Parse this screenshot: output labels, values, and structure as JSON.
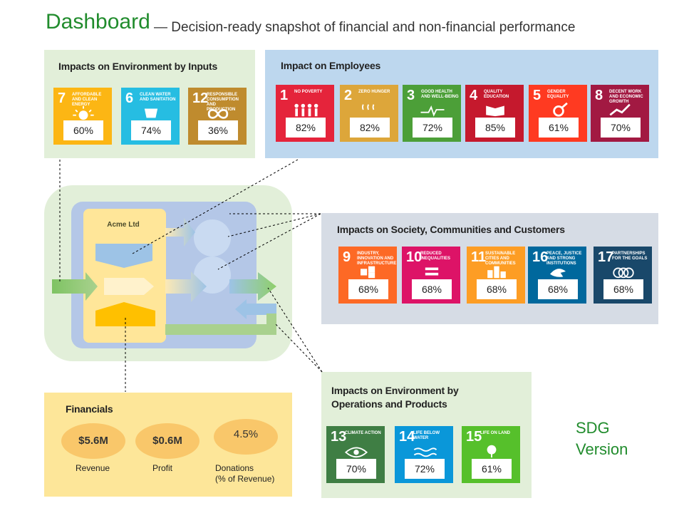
{
  "header": {
    "title": "Dashboard",
    "subtitle": "— Decision-ready snapshot of financial and non-financial performance"
  },
  "inputs_panel": {
    "title": "Impacts on Environment by Inputs",
    "tiles": [
      {
        "num": "7",
        "label": "Affordable and clean energy",
        "pct": "60%",
        "color": "#fcb614",
        "icon": "sun-icon"
      },
      {
        "num": "6",
        "label": "Clean water and sanitation",
        "pct": "74%",
        "color": "#26bde2",
        "icon": "water-icon"
      },
      {
        "num": "12",
        "label": "Responsible consumption and production",
        "pct": "36%",
        "color": "#bf8b2e",
        "icon": "infinity-icon"
      }
    ]
  },
  "employees_panel": {
    "title": "Impact on Employees",
    "tiles": [
      {
        "num": "1",
        "label": "No poverty",
        "pct": "82%",
        "color": "#e5243b",
        "icon": "people-icon"
      },
      {
        "num": "2",
        "label": "Zero hunger",
        "pct": "82%",
        "color": "#dda63a",
        "icon": "bowl-icon"
      },
      {
        "num": "3",
        "label": "Good health and well-being",
        "pct": "72%",
        "color": "#4c9f38",
        "icon": "heartbeat-icon"
      },
      {
        "num": "4",
        "label": "Quality education",
        "pct": "85%",
        "color": "#c5192d",
        "icon": "book-icon"
      },
      {
        "num": "5",
        "label": "Gender equality",
        "pct": "61%",
        "color": "#ff3a21",
        "icon": "gender-icon"
      },
      {
        "num": "8",
        "label": "Decent work and economic growth",
        "pct": "70%",
        "color": "#a21942",
        "icon": "growth-icon"
      }
    ]
  },
  "society_panel": {
    "title": "Impacts on Society, Communities and Customers",
    "tiles": [
      {
        "num": "9",
        "label": "Industry, innovation and infrastructure",
        "pct": "68%",
        "color": "#fd6925",
        "icon": "cubes-icon"
      },
      {
        "num": "10",
        "label": "Reduced inequalities",
        "pct": "68%",
        "color": "#dd1367",
        "icon": "equal-icon"
      },
      {
        "num": "11",
        "label": "Sustainable cities and communities",
        "pct": "68%",
        "color": "#fd9d24",
        "icon": "city-icon"
      },
      {
        "num": "16",
        "label": "Peace, justice and strong institutions",
        "pct": "68%",
        "color": "#00689d",
        "icon": "dove-icon"
      },
      {
        "num": "17",
        "label": "Partnerships for the goals",
        "pct": "68%",
        "color": "#19486a",
        "icon": "rings-icon"
      }
    ]
  },
  "operations_panel": {
    "title": "Impacts on Environment by Operations and Products",
    "tiles": [
      {
        "num": "13",
        "label": "Climate action",
        "pct": "70%",
        "color": "#3f7e44",
        "icon": "earth-eye-icon"
      },
      {
        "num": "14",
        "label": "Life below water",
        "pct": "72%",
        "color": "#0a97d9",
        "icon": "fish-icon"
      },
      {
        "num": "15",
        "label": "Life on land",
        "pct": "61%",
        "color": "#56c02b",
        "icon": "tree-icon"
      }
    ]
  },
  "company": {
    "name": "Acme Ltd"
  },
  "financials": {
    "title": "Financials",
    "items": [
      {
        "value": "$5.6M",
        "label": "Revenue"
      },
      {
        "value": "$0.6M",
        "label": "Profit"
      },
      {
        "value": "4.5%",
        "label": "Donations",
        "sublabel": "(% of Revenue)"
      }
    ]
  },
  "version": {
    "line1": "SDG",
    "line2": "Version"
  }
}
